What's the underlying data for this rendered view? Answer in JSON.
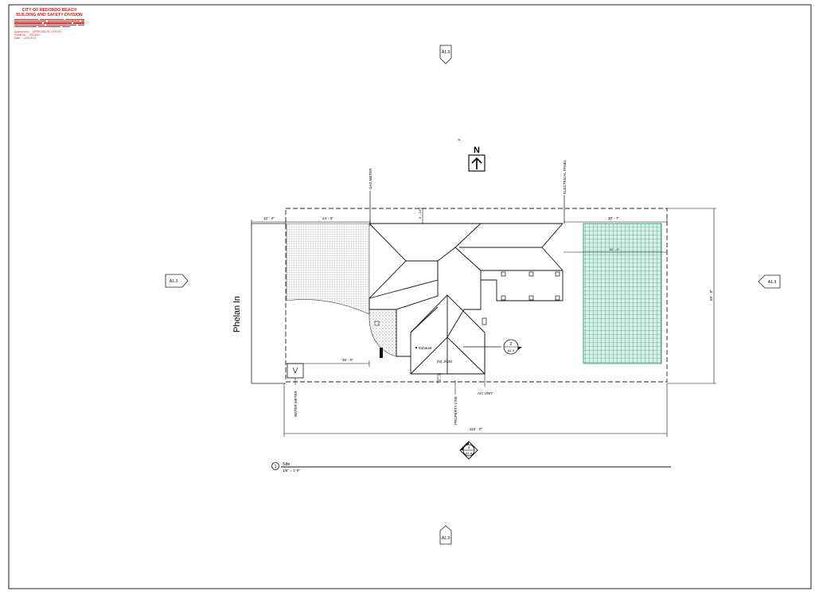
{
  "stamp": {
    "agency": "CITY OF REDONDO BEACH",
    "division": "BUILDING AND SAFETY DIVISION",
    "approved_label": "Approved by:",
    "approved_value": "APPROVED BY XXXXXX",
    "permit_label": "Permit No:",
    "permit_value": "2021XXX",
    "date_label": "Date:",
    "date_value": "12/01/2021"
  },
  "north": {
    "small_label": "N",
    "big_label": "N"
  },
  "section_markers": {
    "top": "A1.3",
    "bottom": "A1.3",
    "left": "A1.3",
    "right": "A1.3",
    "front_number": "4",
    "front_sheet": "A1.4",
    "detail_number": "2",
    "detail_sheet": "A1.4"
  },
  "labels": {
    "street": "Phelan ln",
    "gas_meter": "GAS METER",
    "electrical_panel": "ELECTRICAL PANEL",
    "water_meter": "WATER METER",
    "property_line": "PROPERTY LINE",
    "ac_unit": "A/C UNIT",
    "exhaust": "Exhaust",
    "jadu": "(N) JADU"
  },
  "dimensions": {
    "left_setback": "10' - 0\"",
    "gas_offset": "24' - 6\"",
    "small_offset": "4' - 10\"",
    "pool_width": "30' - 7\"",
    "inner_dim": "32' - 0\"",
    "lot_depth": "59' - 0\"",
    "lot_width": "110' - 0\"",
    "jadu_offset": "36' - 0\"",
    "jadu_small": "5' - 0\""
  },
  "title_block": {
    "number": "1",
    "title": "Site",
    "scale": "1/8\" = 1'-0\""
  }
}
